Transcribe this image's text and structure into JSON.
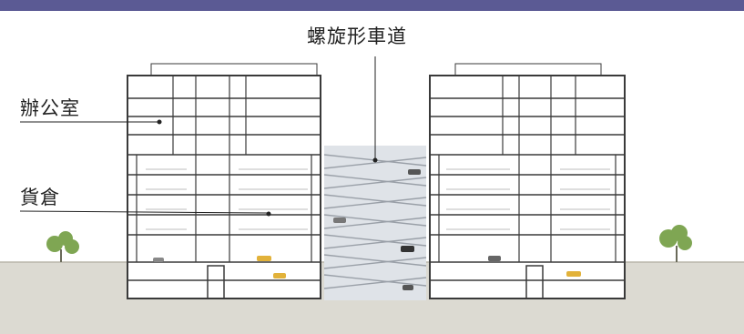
{
  "labels": {
    "ramp": "螺旋形車道",
    "office": "辦公室",
    "warehouse": "貨倉"
  },
  "colors": {
    "header_bar": "#5b5a94",
    "ground": "#dcdad2",
    "building_line": "#3a3a3a",
    "ramp_fill": "#dfe3e8",
    "tree": "#7fa653"
  }
}
